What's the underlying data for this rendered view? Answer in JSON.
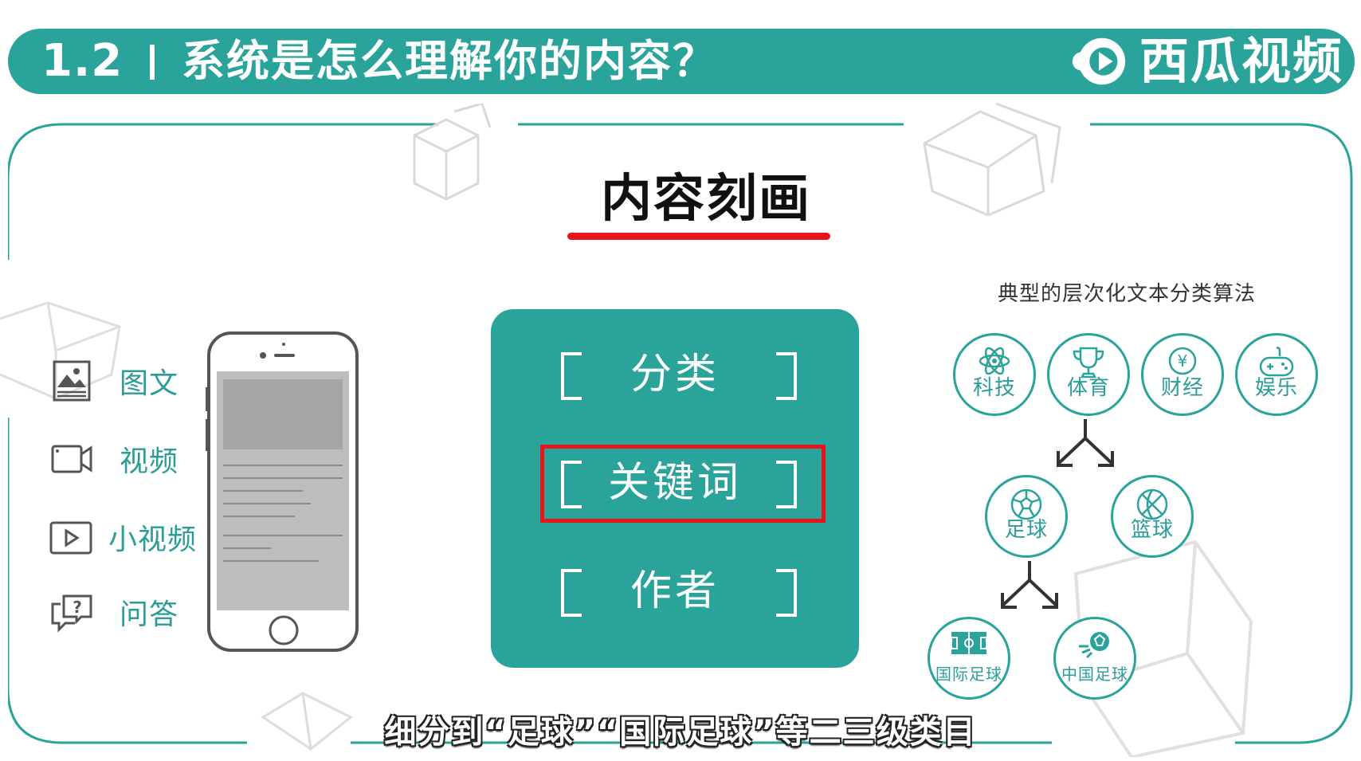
{
  "header": {
    "section_number": "1.2",
    "title": "系统是怎么理解你的内容？",
    "brand": "西瓜视频"
  },
  "main": {
    "title": "内容刻画"
  },
  "content_types": [
    {
      "label": "图文",
      "icon": "image-text-icon"
    },
    {
      "label": "视频",
      "icon": "video-camera-icon"
    },
    {
      "label": "小视频",
      "icon": "play-icon"
    },
    {
      "label": "问答",
      "icon": "question-bubble-icon"
    }
  ],
  "card": {
    "rows": [
      "分类",
      "关键词",
      "作者"
    ],
    "highlighted": "关键词"
  },
  "hierarchy": {
    "title": "典型的层次化文本分类算法",
    "level1": [
      {
        "label": "科技",
        "icon": "atom-icon"
      },
      {
        "label": "体育",
        "icon": "trophy-icon"
      },
      {
        "label": "财经",
        "icon": "yen-coin-icon"
      },
      {
        "label": "娱乐",
        "icon": "gamepad-icon"
      }
    ],
    "level2": [
      {
        "label": "足球",
        "icon": "soccer-ball-icon"
      },
      {
        "label": "篮球",
        "icon": "basketball-icon"
      }
    ],
    "level3": [
      {
        "label": "国际足球",
        "icon": "soccer-field-icon"
      },
      {
        "label": "中国足球",
        "icon": "soccer-kick-icon"
      }
    ]
  },
  "colors": {
    "accent": "#2aa39a",
    "highlight": "#e8141a"
  },
  "subtitle": "细分到“足球”“国际足球”等二三级类目"
}
